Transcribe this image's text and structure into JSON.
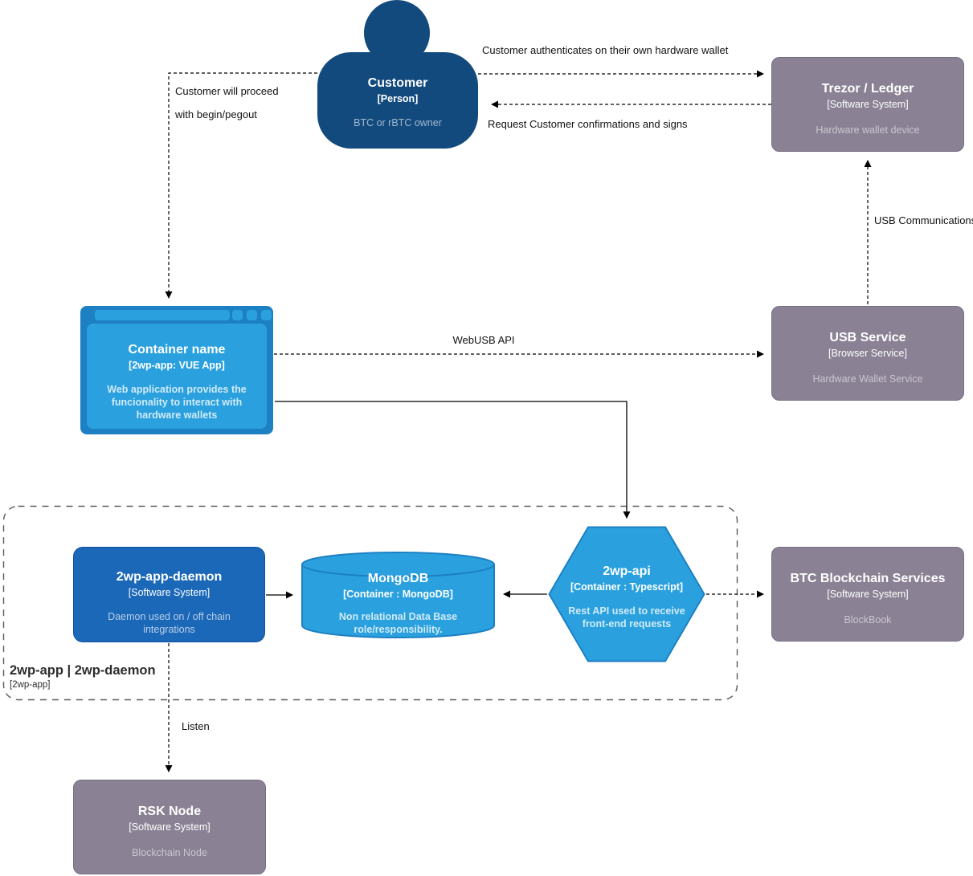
{
  "diagram": {
    "background": "#ffffff",
    "colors": {
      "person_fill": "#134a7d",
      "system_fill": "#8a8294",
      "system_stroke": "#756e82",
      "container_fill": "#2aa1de",
      "container_stroke": "#1d80c3",
      "daemon_fill": "#1b67b8",
      "edge_color": "#000000",
      "boundary_stroke": "#5c5c5c"
    }
  },
  "nodes": {
    "customer": {
      "title": "Customer",
      "meta": "[Person]",
      "desc": "BTC or rBTC owner"
    },
    "trezor": {
      "title": "Trezor / Ledger",
      "meta": "[Software System]",
      "desc": "Hardware wallet device"
    },
    "webapp": {
      "title": "Container name",
      "meta": "[2wp-app: VUE App]",
      "desc": "Web application provides the funcionality to interact with hardware wallets"
    },
    "usb": {
      "title": "USB Service",
      "meta": "[Browser Service]",
      "desc": "Hardware Wallet Service"
    },
    "daemon": {
      "title": "2wp-app-daemon",
      "meta": "[Software System]",
      "desc": "Daemon used on / off chain integrations"
    },
    "mongo": {
      "title": "MongoDB",
      "meta": "[Container : MongoDB]",
      "desc": "Non relational Data Base role/responsibility."
    },
    "api": {
      "title": "2wp-api",
      "meta": "[Container : Typescript]",
      "desc": "Rest API used to receive front-end requests"
    },
    "btc": {
      "title": "BTC Blockchain Services",
      "meta": "[Software System]",
      "desc": "BlockBook"
    },
    "rsk": {
      "title": "RSK Node",
      "meta": "[Software System]",
      "desc": "Blockchain Node"
    },
    "boundary": {
      "title": "2wp-app | 2wp-daemon",
      "meta": "[2wp-app]"
    }
  },
  "edges": {
    "auth": {
      "label": "Customer authenticates on their own hardware wallet"
    },
    "confirm": {
      "label": "Request Customer confirmations and signs"
    },
    "proceed_1": {
      "label": "Customer will proceed"
    },
    "proceed_2": {
      "label": "with begin/pegout"
    },
    "webusb": {
      "label": "WebUSB API"
    },
    "usbcomm": {
      "label": "USB Communications"
    },
    "listen": {
      "label": "Listen"
    }
  }
}
